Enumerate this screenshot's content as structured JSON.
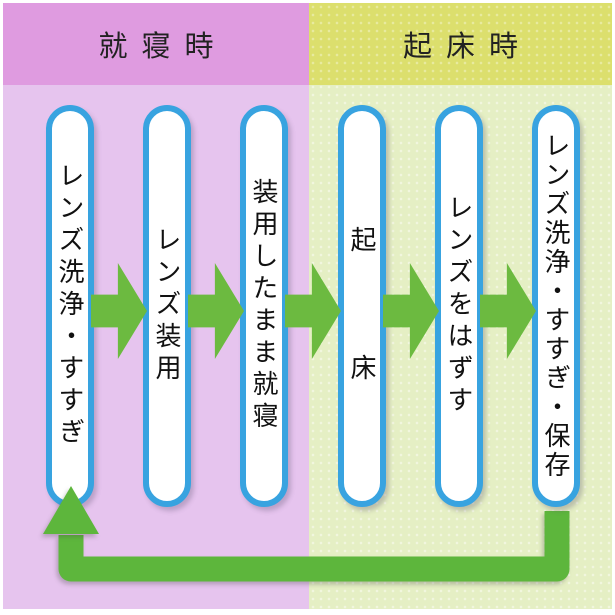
{
  "diagram": {
    "title_implicit": "",
    "phases": [
      {
        "label": "就寝時",
        "header_color": "#df9be0",
        "body_color": "#e6c4ee"
      },
      {
        "label": "起床時",
        "header_color": "#dcdf6d",
        "body_color": "#e5efc4"
      }
    ],
    "steps": [
      {
        "label": "レンズ洗浄・すすぎ",
        "phase": "就寝時"
      },
      {
        "label": "レンズ装用",
        "phase": "就寝時"
      },
      {
        "label": "装用したまま就寝",
        "phase": "就寝時"
      },
      {
        "label": "起　　　床",
        "phase": "起床時"
      },
      {
        "label": "レンズをはずす",
        "phase": "起床時"
      },
      {
        "label": "レンズ洗浄・すすぎ・保存",
        "phase": "起床時"
      }
    ],
    "icons": {
      "flow_arrow": "right-arrow-icon",
      "return_loop": "loop-up-arrow-icon"
    },
    "colors": {
      "pill_border": "#38a3e0",
      "pill_fill": "#ffffff",
      "flow_arrow": "#6cba40",
      "return_loop": "#5db63c",
      "text": "#111111"
    }
  }
}
